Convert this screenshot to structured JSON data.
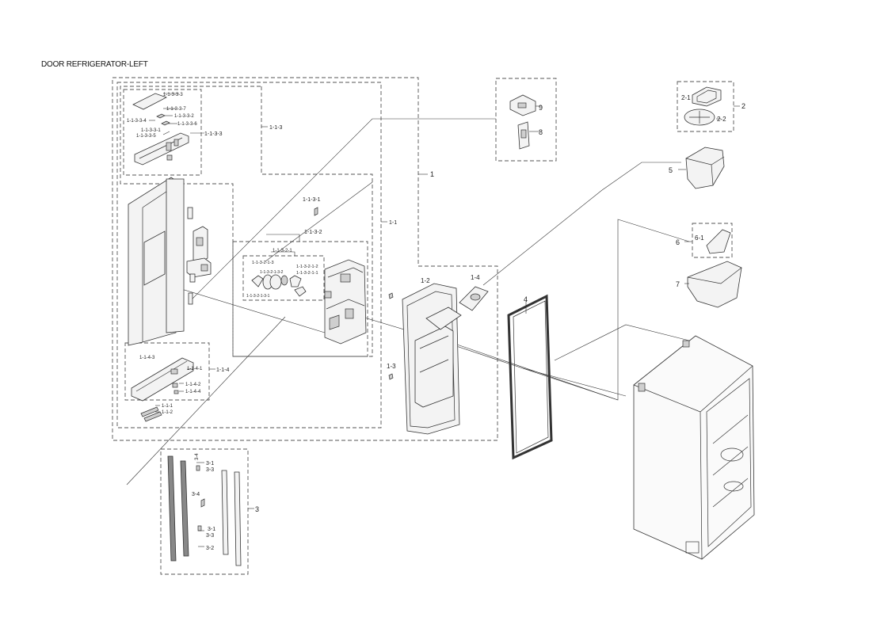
{
  "title": "DOOR REFRIGERATOR-LEFT",
  "labels": {
    "p1133_3": "1-1-3-3-3",
    "p1133_7": "1-1-3-3-7",
    "p1133_2": "1-1-3-3-2",
    "p1133_4": "1-1-3-3-4",
    "p1133_6": "1-1-3-3-6",
    "p1133_1": "1-1-3-3-1",
    "p1133_5": "1-1-3-3-5",
    "p1133": "1-1-3-3",
    "p113": "1-1-3",
    "p1131": "1-1-3-1",
    "p11": "1-1",
    "p1": "1",
    "p1132": "1-1-3-2",
    "p11321": "1-1-3-2-1",
    "p113213": "1-1-3-2-1-3",
    "p1132132": "1-1-3-2-1-3-2",
    "p113212": "1-1-3-2-1-2",
    "p113211": "1-1-3-2-1-1",
    "p1132131": "1-1-3-2-1-3-1",
    "p12": "1-2",
    "p14": "1-4",
    "p13": "1-3",
    "p143": "1-1-4-3",
    "p1141": "1-1-4-1",
    "p114": "1-1-4",
    "p1142": "1-1-4-2",
    "p1144": "1-1-4-4",
    "p111": "1-1-1",
    "p112": "1-1-2",
    "p9": "9",
    "p8": "8",
    "p21": "2-1",
    "p2": "2",
    "p22": "2-2",
    "p5": "5",
    "p6": "6",
    "p61": "6-1",
    "p7": "7",
    "p4": "4",
    "p3": "3",
    "p34a": "3-4",
    "p31a": "3-1",
    "p33a": "3-3",
    "p34b": "3-4",
    "p31b": "3-1",
    "p33b": "3-3",
    "p32": "3-2"
  }
}
